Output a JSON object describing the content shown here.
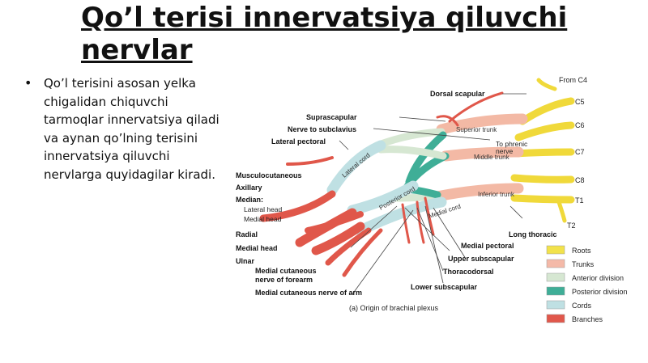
{
  "slide": {
    "title": "Qo’l terisi innervatsiya qiluvchi nervlar",
    "bullets": [
      "Qo’l terisini asosan yelka chigalidan chiquvchi tarmoqlar innervatsiya qiladi va aynan qo’lning terisini innervatsiya qiluvchi nervlarga quyidagilar kiradi."
    ]
  },
  "figure": {
    "caption": "(a) Origin of brachial plexus",
    "roots": [
      "From C4",
      "C5",
      "C6",
      "C7",
      "C8",
      "T1",
      "T2"
    ],
    "trunks": [
      "Superior trunk",
      "Middle trunk",
      "Inferior trunk"
    ],
    "cords": [
      "Lateral cord",
      "Posterior cord",
      "Medial cord"
    ],
    "labels": {
      "dorsal_scapular": "Dorsal scapular",
      "suprascapular": "Suprascapular",
      "nerve_to_subclavius": "Nerve to subclavius",
      "lateral_pectoral": "Lateral pectoral",
      "to_phrenic_1": "To phrenic",
      "to_phrenic_2": "nerve",
      "musculocutaneous": "Musculocutaneous",
      "axillary": "Axillary",
      "median": "Median:",
      "lateral_head": "Lateral head",
      "medial_head_median": "Medial head",
      "radial": "Radial",
      "medial_head": "Medial head",
      "ulnar": "Ulnar",
      "mcn_forearm_1": "Medial cutaneous",
      "mcn_forearm_2": "nerve of forearm",
      "mcn_arm": "Medial cutaneous nerve of arm",
      "lower_subscapular": "Lower subscapular",
      "thoracodorsal": "Thoracodorsal",
      "upper_subscapular": "Upper subscapular",
      "medial_pectoral": "Medial pectoral",
      "long_thoracic": "Long thoracic"
    },
    "legend": [
      {
        "label": "Roots",
        "color": "#f2e24b"
      },
      {
        "label": "Trunks",
        "color": "#f4b9a8"
      },
      {
        "label": "Anterior division",
        "color": "#d6e7d2"
      },
      {
        "label": "Posterior division",
        "color": "#3fae97"
      },
      {
        "label": "Cords",
        "color": "#bfe0e3"
      },
      {
        "label": "Branches",
        "color": "#e1574b"
      }
    ]
  }
}
